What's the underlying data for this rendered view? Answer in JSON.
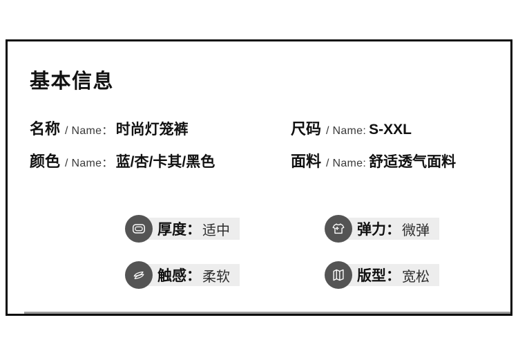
{
  "colors": {
    "page_bg": "#ffffff",
    "panel_border": "#0a0a0a",
    "text": "#111111",
    "sub_text": "#3a3a3a",
    "badge_bg": "#ededed",
    "badge_value": "#2e2e2e",
    "icon_circle": "#545454",
    "icon_stroke": "#ffffff",
    "divider": "#9c9c9c"
  },
  "panel": {
    "title": "基本信息"
  },
  "fields": [
    {
      "label": "名称",
      "sub": "/ Name：",
      "value": "时尚灯笼裤"
    },
    {
      "label": "尺码",
      "sub": "/ Name:",
      "value": "S-XXL"
    },
    {
      "label": "颜色",
      "sub": "/ Name：",
      "value": "蓝/杏/卡其/黑色"
    },
    {
      "label": "面料",
      "sub": "/ Name:",
      "value": "舒适透气面料"
    }
  ],
  "badges": [
    {
      "icon": "fabric-thickness-icon",
      "label": "厚度",
      "colon": "：",
      "value": "适中"
    },
    {
      "icon": "stretch-tshirt-icon",
      "label": "弹力",
      "colon": "：",
      "value": "微弹"
    },
    {
      "icon": "soft-touch-icon",
      "label": "触感",
      "colon": "：",
      "value": "柔软"
    },
    {
      "icon": "loose-fit-icon",
      "label": "版型",
      "colon": "：",
      "value": "宽松"
    }
  ]
}
